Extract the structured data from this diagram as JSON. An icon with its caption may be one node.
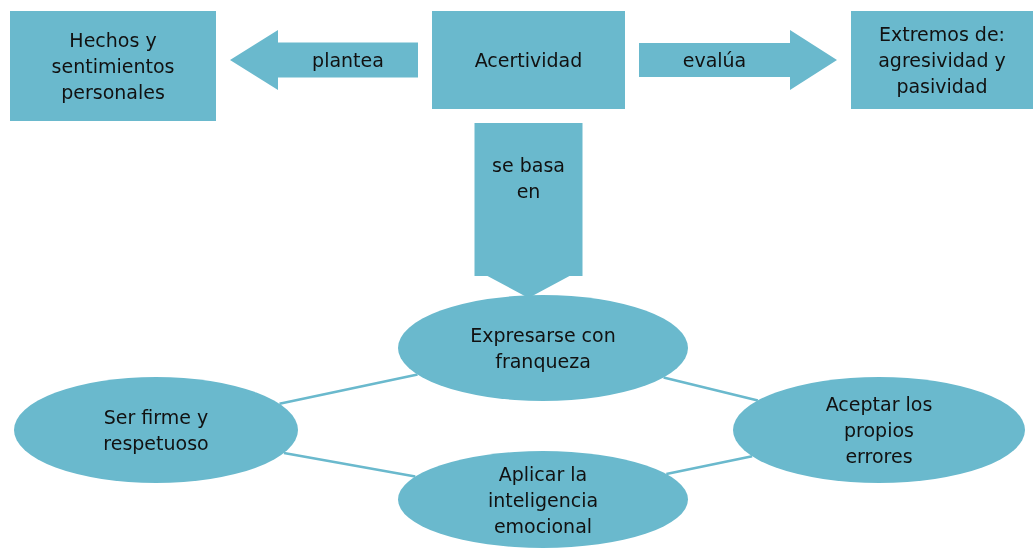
{
  "diagram": {
    "nodes": [
      {
        "text": [
          "Hechos y sentimientos personales"
        ]
      },
      {
        "text": [
          "Acertividad"
        ]
      },
      {
        "text": [
          "Extremos de: agresividad y pasividad"
        ]
      },
      {
        "text": [
          "Expresarse con franqueza"
        ]
      },
      {
        "text": [
          "Ser firme y respetuoso"
        ]
      },
      {
        "text": [
          "Aceptar los propios errores"
        ]
      },
      {
        "text": [
          "Aplicar la inteligencia emocional"
        ]
      }
    ],
    "edges": [
      {
        "from": 1,
        "to": 0,
        "arrow": "to",
        "label": "plantea",
        "style": "thick"
      },
      {
        "from": 1,
        "to": 2,
        "arrow": "to",
        "label": "evalúa",
        "style": "thick"
      },
      {
        "from": 1,
        "to": 3,
        "arrow": "to",
        "label": "se basa en",
        "style": "thick"
      },
      {
        "from": 4,
        "to": 3,
        "arrow": "none"
      },
      {
        "from": 3,
        "to": 5,
        "arrow": "none"
      },
      {
        "from": 4,
        "to": 6,
        "arrow": "none"
      },
      {
        "from": 6,
        "to": 5,
        "arrow": "none"
      }
    ]
  }
}
